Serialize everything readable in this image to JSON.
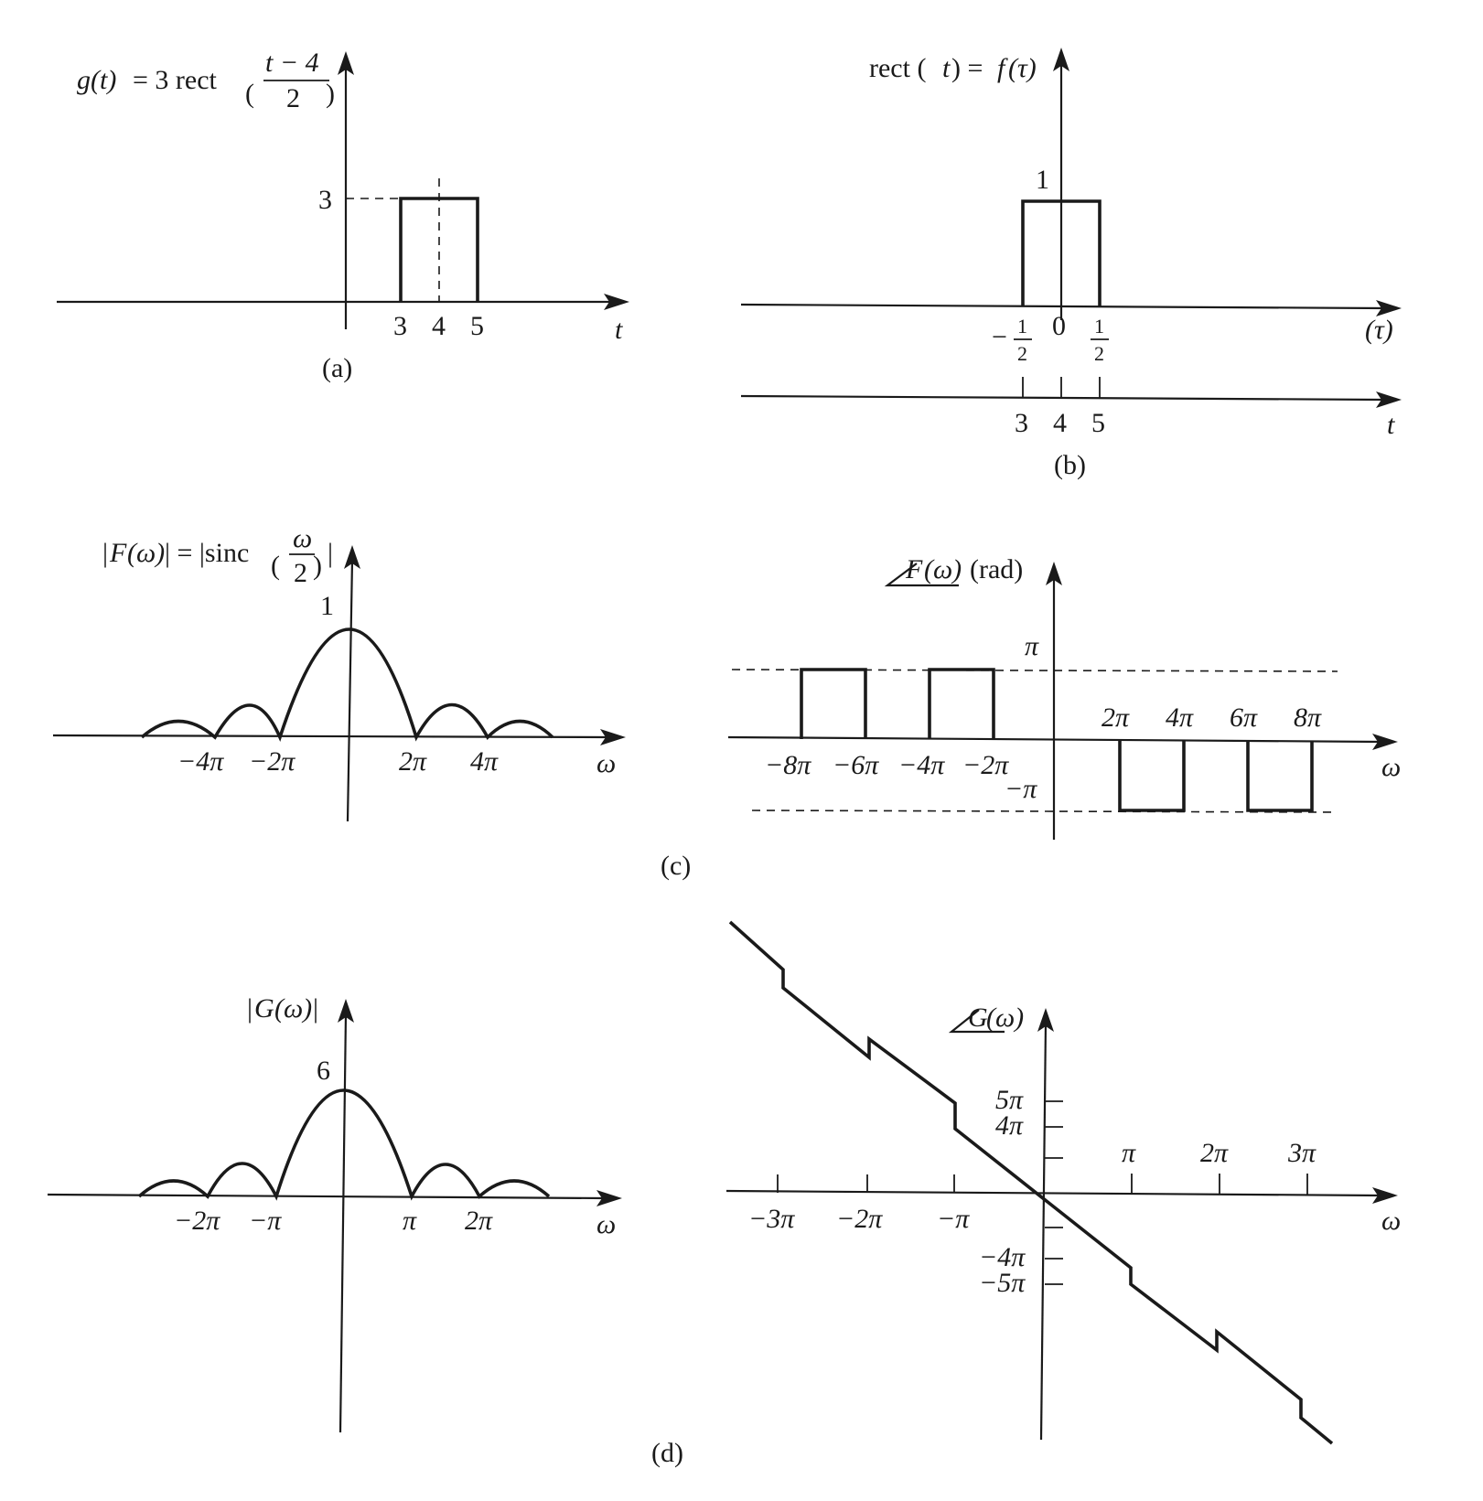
{
  "panels": {
    "a": {
      "label": "(a)",
      "ylabel_fn": "g",
      "ylabel_var": "(t)",
      "ylabel_eq": "= 3 rect",
      "ylabel_num": "t − 4",
      "ylabel_den": "2",
      "xaxis": "t",
      "yticks": [
        "3"
      ],
      "xticks": [
        "3",
        "4",
        "5"
      ]
    },
    "b": {
      "label": "(b)",
      "ylabel_left": "rect (",
      "ylabel_t": "t",
      "ylabel_mid": ") = ",
      "ylabel_f": "f",
      "ylabel_tau": "(τ)",
      "yticks": [
        "1"
      ],
      "tau_axis": "(τ)",
      "tau_ticks": {
        "minus": "−",
        "half_num": "1",
        "half_den": "2",
        "zero": "0"
      },
      "t_axis": "t",
      "t_ticks": [
        "3",
        "4",
        "5"
      ]
    },
    "c": {
      "label": "(c)",
      "mag_left": "|",
      "mag_F": "F",
      "mag_w": "(ω)",
      "mag_mid": "| = |sinc",
      "mag_num": "ω",
      "mag_den": "2",
      "mag_right": "|",
      "mag_yticks": [
        "1"
      ],
      "mag_xticks": [
        "−4π",
        "−2π",
        "2π",
        "4π"
      ],
      "mag_xaxis": "ω",
      "phase_F": "F",
      "phase_w": "(ω)",
      "phase_unit": "(rad)",
      "phase_yticks": [
        "π",
        "−π"
      ],
      "phase_xticks_pos": [
        "2π",
        "4π",
        "6π",
        "8π"
      ],
      "phase_xticks_neg": [
        "−8π",
        "−6π",
        "−4π",
        "−2π"
      ],
      "phase_xaxis": "ω"
    },
    "d": {
      "label": "(d)",
      "mag_left": "|",
      "mag_G": "G",
      "mag_w": "(ω)",
      "mag_right": "|",
      "mag_yticks": [
        "6"
      ],
      "mag_xticks": [
        "−2π",
        "−π",
        "π",
        "2π"
      ],
      "mag_xaxis": "ω",
      "phase_G": "G",
      "phase_w": "(ω)",
      "phase_yticks": [
        "5π",
        "4π",
        "−4π",
        "−5π"
      ],
      "phase_xticks": [
        "−3π",
        "−2π",
        "−π",
        "π",
        "2π",
        "3π"
      ],
      "phase_xaxis": "ω"
    }
  }
}
